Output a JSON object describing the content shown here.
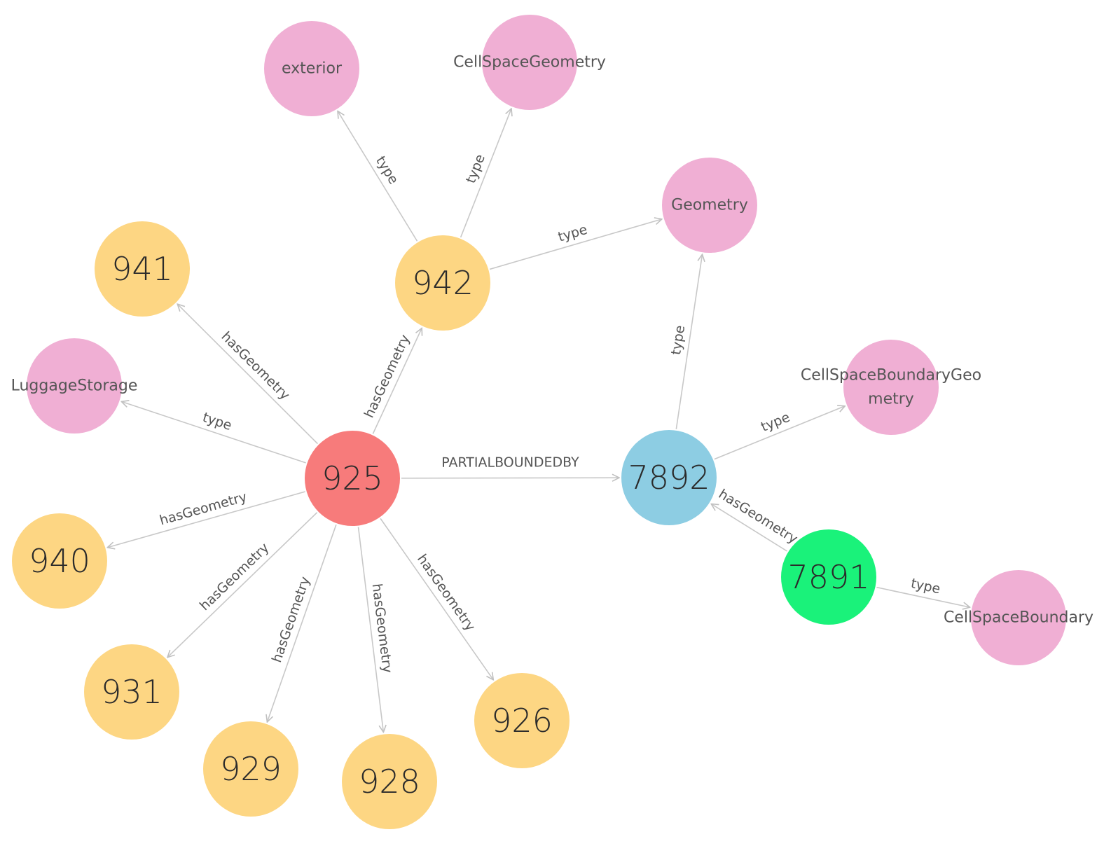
{
  "colors": {
    "red": "#f77b7b",
    "yellow": "#fdd683",
    "pink": "#f0afd4",
    "blue": "#8dcde3",
    "green": "#1af27a",
    "edge": "#c8c8c8"
  },
  "nodes": [
    {
      "id": "925",
      "lines": [
        "925"
      ],
      "color": "red",
      "size": "big"
    },
    {
      "id": "942",
      "lines": [
        "942"
      ],
      "color": "yellow",
      "size": "big"
    },
    {
      "id": "941",
      "lines": [
        "941"
      ],
      "color": "yellow",
      "size": "big"
    },
    {
      "id": "940",
      "lines": [
        "940"
      ],
      "color": "yellow",
      "size": "big"
    },
    {
      "id": "931",
      "lines": [
        "931"
      ],
      "color": "yellow",
      "size": "big"
    },
    {
      "id": "929",
      "lines": [
        "929"
      ],
      "color": "yellow",
      "size": "big"
    },
    {
      "id": "928",
      "lines": [
        "928"
      ],
      "color": "yellow",
      "size": "big"
    },
    {
      "id": "926",
      "lines": [
        "926"
      ],
      "color": "yellow",
      "size": "big"
    },
    {
      "id": "7892",
      "lines": [
        "7892"
      ],
      "color": "blue",
      "size": "big"
    },
    {
      "id": "7891",
      "lines": [
        "7891"
      ],
      "color": "green",
      "size": "big"
    },
    {
      "id": "exterior",
      "lines": [
        "exterior"
      ],
      "color": "pink",
      "size": "small"
    },
    {
      "id": "CellSpaceGeometry",
      "lines": [
        "CellSpaceGeometry"
      ],
      "color": "pink",
      "size": "small"
    },
    {
      "id": "Geometry",
      "lines": [
        "Geometry"
      ],
      "color": "pink",
      "size": "small"
    },
    {
      "id": "LuggageStorage",
      "lines": [
        "LuggageStorage"
      ],
      "color": "pink",
      "size": "small"
    },
    {
      "id": "CellSpaceBoundaryGeometry",
      "lines": [
        "CellSpaceBoundaryGeo",
        "metry"
      ],
      "color": "pink",
      "size": "small"
    },
    {
      "id": "CellSpaceBoundary",
      "lines": [
        "CellSpaceBoundary"
      ],
      "color": "pink",
      "size": "small"
    }
  ],
  "edges": [
    {
      "from": "942",
      "to": "exterior",
      "label": "type"
    },
    {
      "from": "942",
      "to": "CellSpaceGeometry",
      "label": "type"
    },
    {
      "from": "942",
      "to": "Geometry",
      "label": "type"
    },
    {
      "from": "925",
      "to": "942",
      "label": "hasGeometry"
    },
    {
      "from": "925",
      "to": "941",
      "label": "hasGeometry"
    },
    {
      "from": "925",
      "to": "LuggageStorage",
      "label": "type"
    },
    {
      "from": "925",
      "to": "940",
      "label": "hasGeometry"
    },
    {
      "from": "925",
      "to": "931",
      "label": "hasGeometry"
    },
    {
      "from": "925",
      "to": "929",
      "label": "hasGeometry"
    },
    {
      "from": "925",
      "to": "928",
      "label": "hasGeometry"
    },
    {
      "from": "925",
      "to": "926",
      "label": "hasGeometry"
    },
    {
      "from": "925",
      "to": "7892",
      "label": "PARTIALBOUNDEDBY"
    },
    {
      "from": "7892",
      "to": "Geometry",
      "label": "type"
    },
    {
      "from": "7892",
      "to": "CellSpaceBoundaryGeometry",
      "label": "type"
    },
    {
      "from": "7891",
      "to": "7892",
      "label": "hasGeometry"
    },
    {
      "from": "7891",
      "to": "CellSpaceBoundary",
      "label": "type"
    }
  ]
}
